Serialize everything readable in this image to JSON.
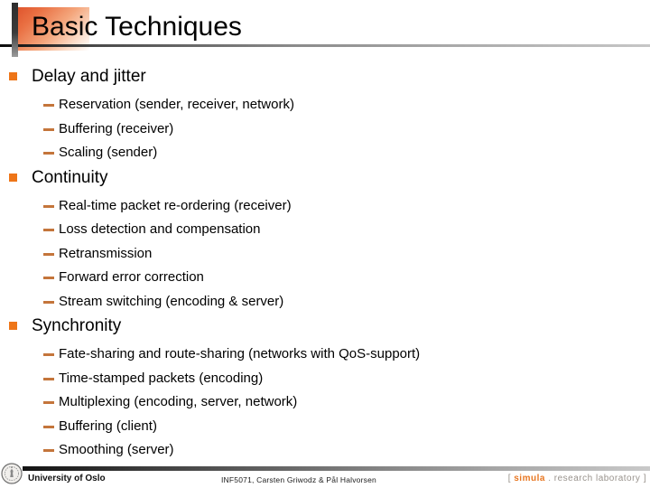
{
  "slide": {
    "title": "Basic Techniques"
  },
  "sections": [
    {
      "heading": "Delay and jitter",
      "items": [
        "Reservation (sender, receiver, network)",
        "Buffering (receiver)",
        "Scaling (sender)"
      ]
    },
    {
      "heading": "Continuity",
      "items": [
        "Real-time packet re-ordering (receiver)",
        "Loss detection and compensation",
        "Retransmission",
        "Forward error correction",
        "Stream switching (encoding & server)"
      ]
    },
    {
      "heading": "Synchronity",
      "items": [
        "Fate-sharing and route-sharing (networks with QoS-support)",
        "Time-stamped packets (encoding)",
        "Multiplexing (encoding, server, network)",
        "Buffering (client)",
        "Smoothing (server)"
      ]
    }
  ],
  "footer": {
    "institution": "University of Oslo",
    "course_info": "INF5071, Carsten Griwodz & Pål Halvorsen",
    "lab_logo": {
      "open_bracket": "[",
      "name": "simula",
      "separator": ".",
      "descriptor": "research laboratory",
      "close_bracket": "]"
    }
  },
  "colors": {
    "bullet_orange": "#EE7518",
    "dash_orange": "#C4753B",
    "accent_orange": "#DD4F28",
    "simula_orange": "#E87722",
    "footer_gray": "#98928C",
    "text_black": "#000000"
  }
}
